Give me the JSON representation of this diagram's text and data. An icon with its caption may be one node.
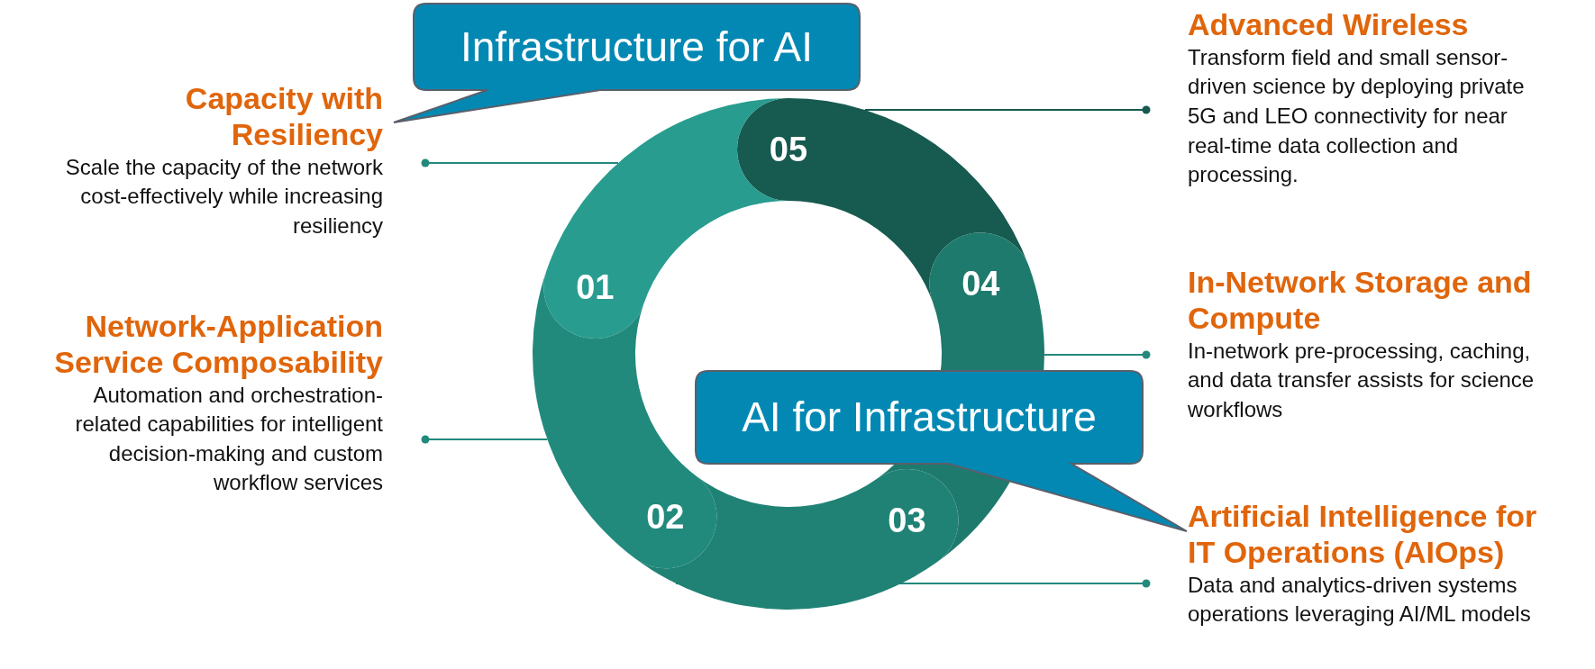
{
  "diagram": {
    "nodes": [
      {
        "text": [
          "Infrastructure for AI"
        ]
      },
      {
        "text": [
          "Advanced Wireless",
          "Transform field and small sensor-driven science by deploying private 5G and LEO connectivity for near real-time data collection and processing."
        ]
      },
      {
        "text": [
          "Capacity with Resiliency",
          "Scale the capacity of the network cost-effectively while increasing resiliency"
        ]
      },
      {
        "text": [
          "05"
        ]
      },
      {
        "text": [
          "01"
        ]
      },
      {
        "text": [
          "04"
        ]
      },
      {
        "text": [
          "In-Network Storage and Compute",
          "In-network pre-processing, caching, and data transfer assists for science workflows"
        ]
      },
      {
        "text": [
          "Network-Application Service Composability",
          "Automation and orchestration-related capabilities for intelligent decision-making and custom workflow services"
        ]
      },
      {
        "text": [
          "AI for Infrastructure"
        ]
      },
      {
        "text": [
          "02"
        ]
      },
      {
        "text": [
          "03"
        ]
      },
      {
        "text": [
          "Artificial Intelligence for IT Operations (AIOps)",
          "Data and analytics-driven systems operations leveraging AI/ML models"
        ]
      }
    ],
    "edges": [
      {
        "from": 3,
        "to": 1,
        "arrow": "other",
        "color": "#16594f"
      },
      {
        "from": 4,
        "to": 2,
        "arrow": "other"
      },
      {
        "from": 5,
        "to": 6,
        "arrow": "other"
      },
      {
        "from": 9,
        "to": 7,
        "arrow": "other"
      },
      {
        "from": 10,
        "to": 11,
        "arrow": "other"
      }
    ]
  }
}
